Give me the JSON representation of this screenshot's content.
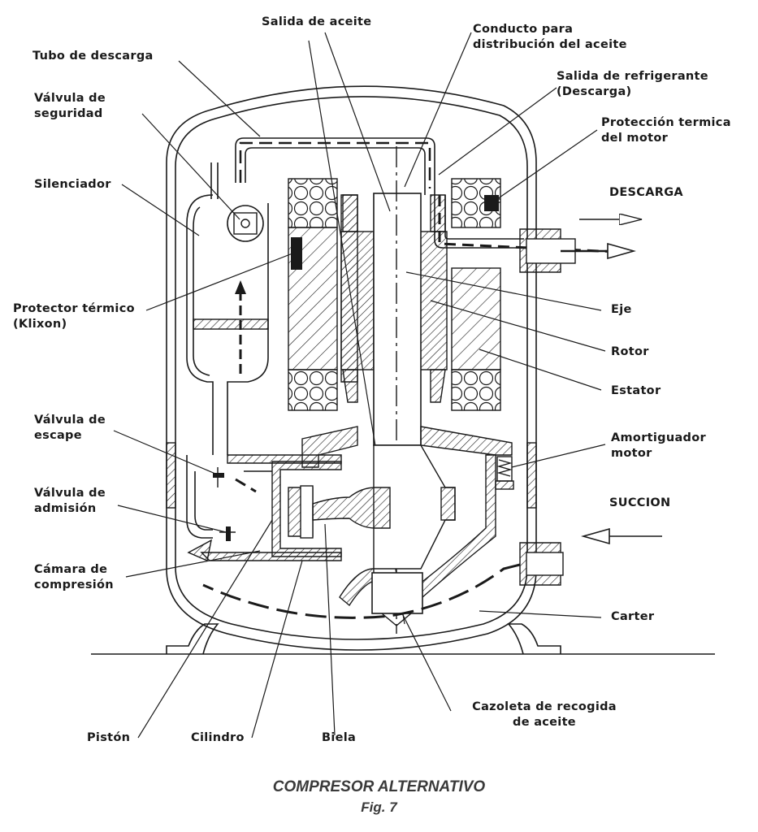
{
  "labels": {
    "salida_aceite": "Salida de aceite",
    "conducto_1": "Conducto para",
    "conducto_2": "distribución del aceite",
    "tubo_descarga": "Tubo de descarga",
    "salida_ref_1": "Salida de refrigerante",
    "salida_ref_2": "(Descarga)",
    "valvula_seg_1": "Válvula de",
    "valvula_seg_2": "seguridad",
    "proteccion_1": "Protección termica",
    "proteccion_2": "del motor",
    "silenciador": "Silenciador",
    "descarga": "DESCARGA",
    "protector_1": "Protector térmico",
    "protector_2": "(Klixon)",
    "eje": "Eje",
    "rotor": "Rotor",
    "estator": "Estator",
    "valvula_esc_1": "Válvula de",
    "valvula_esc_2": "escape",
    "amortiguador_1": "Amortiguador",
    "amortiguador_2": "motor",
    "valvula_adm_1": "Válvula de",
    "valvula_adm_2": "admisión",
    "succion": "SUCCION",
    "camara_1": "Cámara de",
    "camara_2": "compresión",
    "carter": "Carter",
    "cazoleta_1": "Cazoleta de recogida",
    "cazoleta_2": "de aceite",
    "piston": "Pistón",
    "cilindro": "Cilindro",
    "biela": "Biela"
  },
  "caption": {
    "title": "COMPRESOR ALTERNATIVO",
    "fig": "Fig. 7"
  }
}
